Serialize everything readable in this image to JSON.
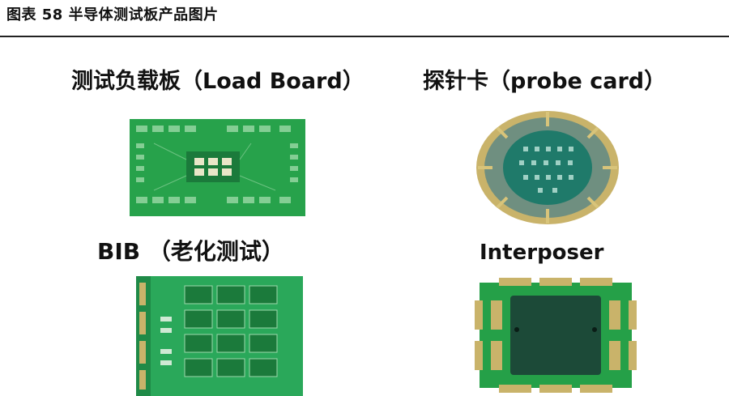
{
  "figure": {
    "title": "图表 58 半导体测试板产品图片"
  },
  "panels": {
    "load_board": {
      "label": "测试负载板（Load Board）"
    },
    "probe_card": {
      "label": "探针卡（probe card）"
    },
    "bib": {
      "label": "BIB （老化测试）"
    },
    "interposer": {
      "label": "Interposer"
    }
  },
  "colors": {
    "pcb_green": "#1f9e45",
    "pcb_dark": "#0f6e3a",
    "gold": "#c9b36a",
    "interposer_core": "#1c4a38"
  }
}
